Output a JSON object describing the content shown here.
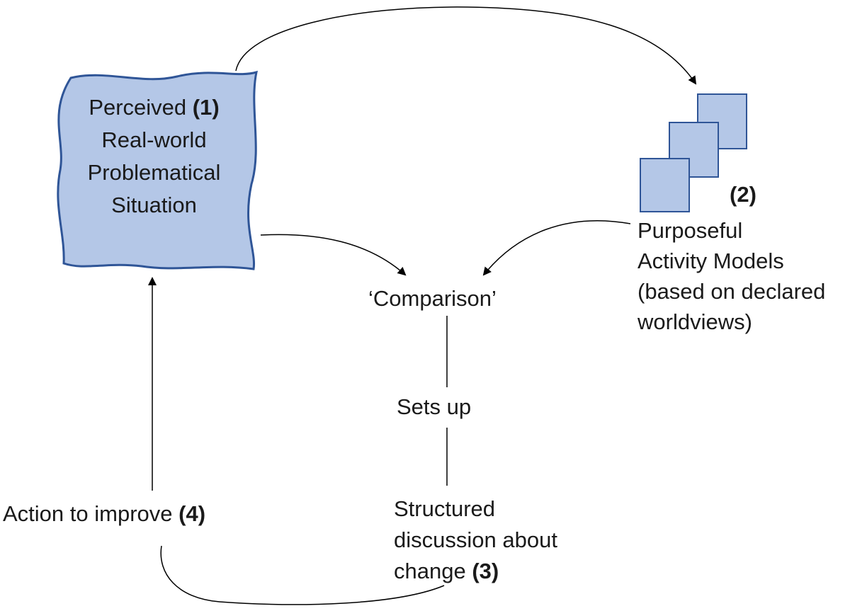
{
  "diagram": {
    "colors": {
      "blob_fill": "#b4c7e7",
      "blob_stroke": "#2f5597",
      "box_fill": "#b4c7e7",
      "box_stroke": "#2f5597",
      "line": "#000000"
    },
    "situation": {
      "line1": "Perceived",
      "num": "(1)",
      "line2": "Real-world",
      "line3": "Problematical",
      "line4": "Situation"
    },
    "models": {
      "num": "(2)",
      "line1": "Purposeful",
      "line2": "Activity Models",
      "line3": "(based on declared",
      "line4": "worldviews)"
    },
    "comparison": "‘Comparison’",
    "sets_up": "Sets up",
    "discussion": {
      "line1": "Structured",
      "line2": "discussion about",
      "line3": "change",
      "num": "(3)"
    },
    "action": {
      "text": "Action to improve",
      "num": "(4)"
    }
  }
}
